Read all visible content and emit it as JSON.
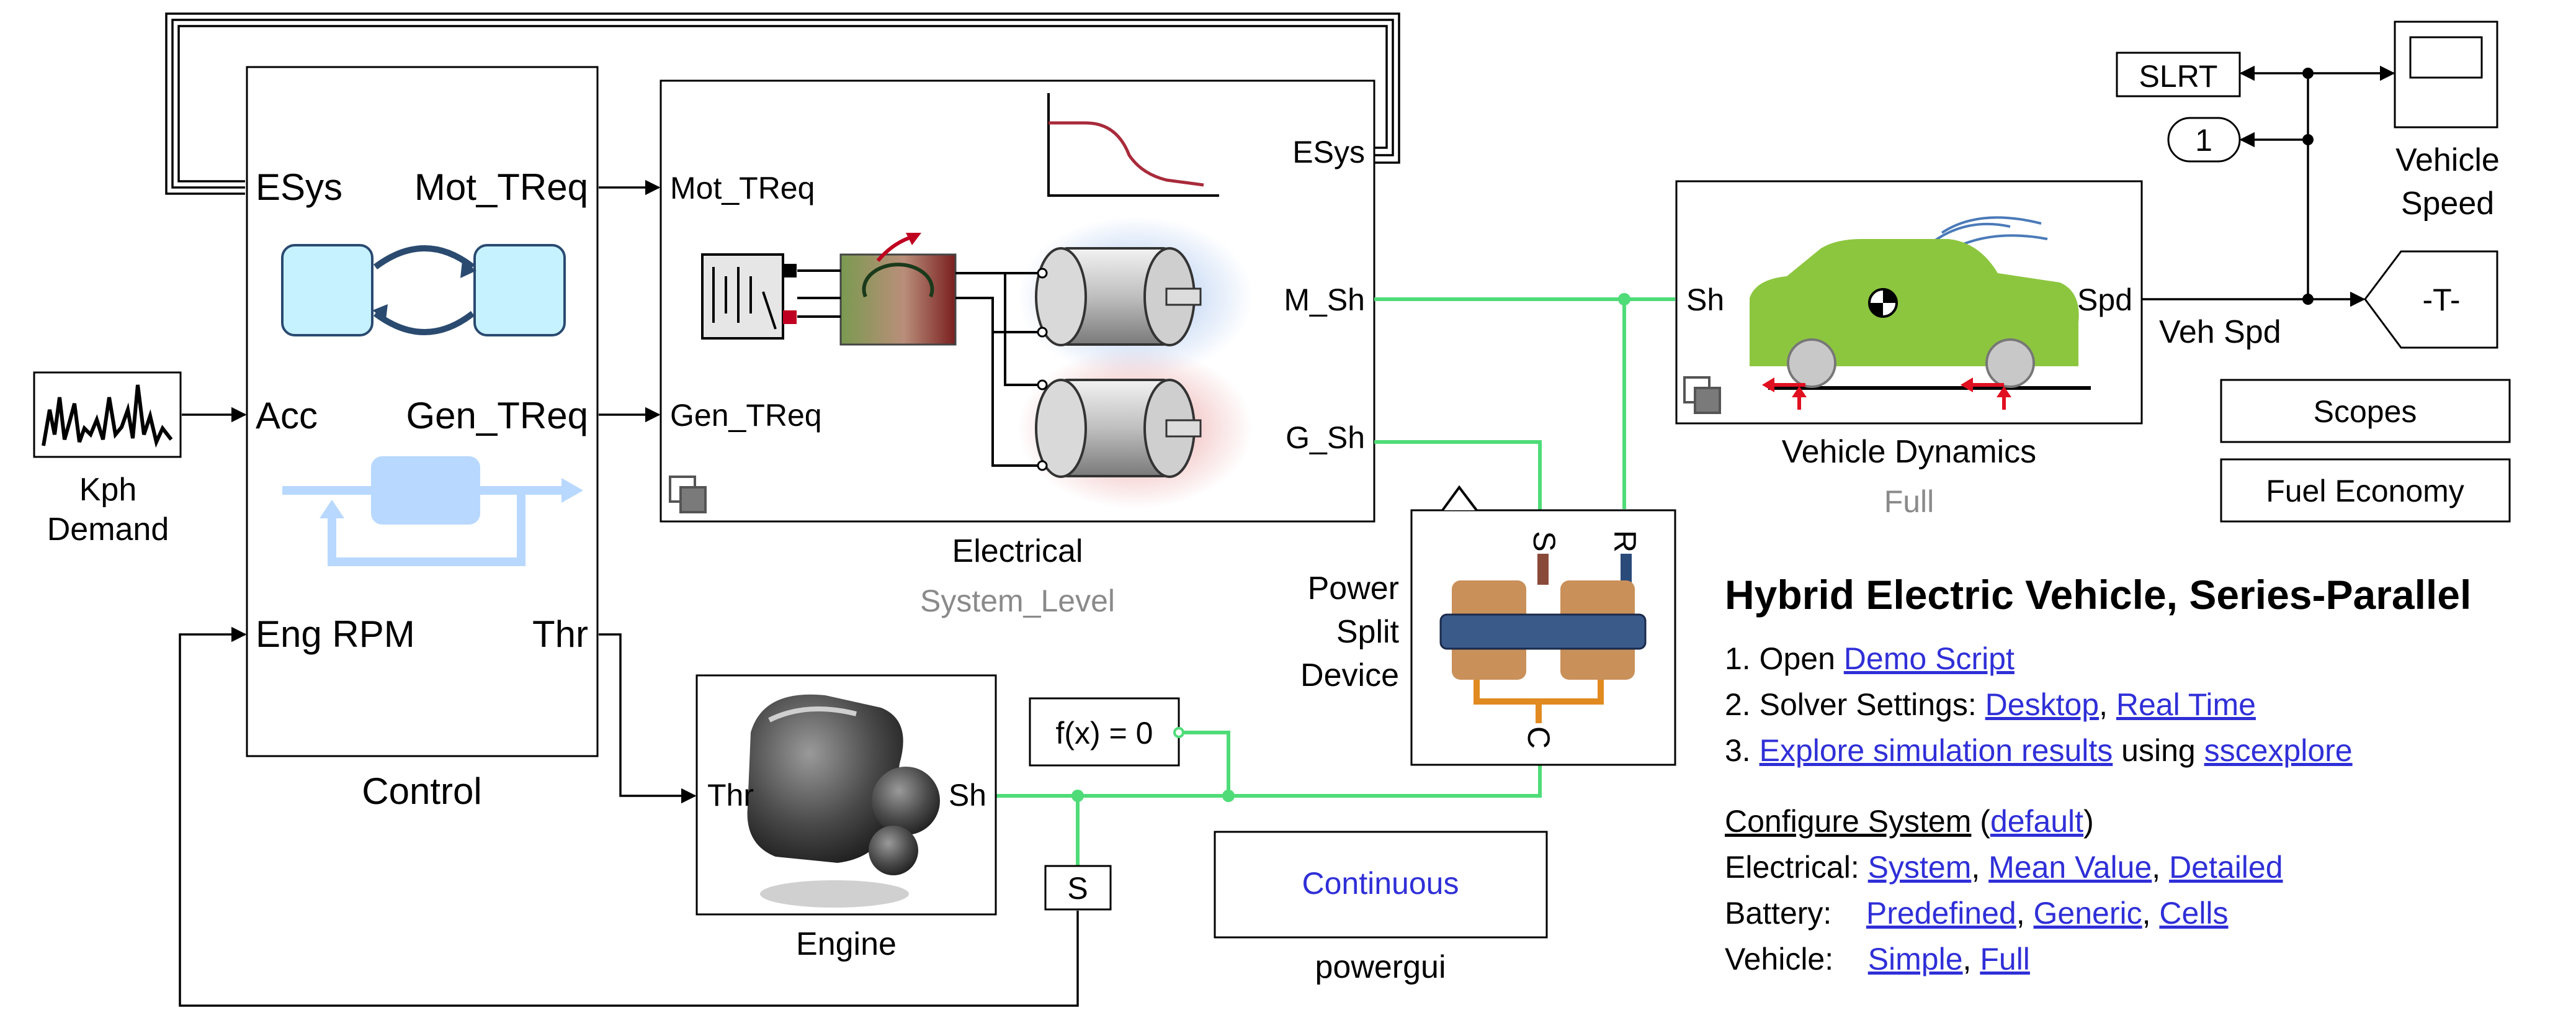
{
  "control": {
    "ports_in": [
      "ESys",
      "Acc",
      "Eng RPM"
    ],
    "ports_out": [
      "Mot_TReq",
      "Gen_TReq",
      "Thr"
    ],
    "caption": "Control"
  },
  "electrical": {
    "ports_in": [
      "Mot_TReq",
      "Gen_TReq"
    ],
    "ports_out": [
      "ESys",
      "M_Sh",
      "G_Sh"
    ],
    "caption": "Electrical",
    "variant": "System_Level"
  },
  "kph_demand": {
    "caption_line1": "Kph",
    "caption_line2": "Demand"
  },
  "engine": {
    "port_in": "Thr",
    "port_out": "Sh",
    "caption": "Engine"
  },
  "fx_block": {
    "label": "f(x) = 0"
  },
  "s_block": {
    "label": "S"
  },
  "powergui": {
    "label": "Continuous",
    "caption": "powergui"
  },
  "power_split": {
    "caption_line1": "Power",
    "caption_line2": "Split",
    "caption_line3": "Device",
    "port_s": "S",
    "port_r": "R",
    "port_c": "C"
  },
  "vehicle_dynamics": {
    "port_in": "Sh",
    "port_out": "Spd",
    "caption": "Vehicle Dynamics",
    "variant": "Full"
  },
  "signals": {
    "veh_spd": "Veh Spd"
  },
  "slrt": {
    "label": "SLRT"
  },
  "outport": {
    "label": "1"
  },
  "scope": {
    "caption_line1": "Vehicle",
    "caption_line2": "Speed"
  },
  "goto_tag": {
    "label": "-T-"
  },
  "buttons": {
    "scopes": "Scopes",
    "fuel_economy": "Fuel Economy"
  },
  "info": {
    "title": "Hybrid Electric Vehicle, Series-Parallel",
    "steps": [
      {
        "prefix": "1. Open ",
        "links": [
          "Demo Script"
        ]
      },
      {
        "prefix": "2. Solver Settings: ",
        "links": [
          "Desktop",
          "Real Time"
        ]
      },
      {
        "prefix": "3. ",
        "links": [
          "Explore simulation results"
        ],
        "mid": " using ",
        "links2": [
          "sscexplore"
        ]
      }
    ],
    "configure_label": "Configure System",
    "configure_default": "default",
    "electrical_label": "Electrical:",
    "electrical_links": [
      "System",
      "Mean Value",
      "Detailed"
    ],
    "battery_label": "Battery:",
    "battery_links": [
      "Predefined",
      "Generic",
      "Cells"
    ],
    "vehicle_label": "Vehicle:",
    "vehicle_links": [
      "Simple",
      "Full"
    ]
  },
  "colors": {
    "physical_wire": "#4fdc78",
    "link": "#2f2fd8",
    "car_body": "#8cc63f",
    "variant_text": "#8a8a8a"
  }
}
